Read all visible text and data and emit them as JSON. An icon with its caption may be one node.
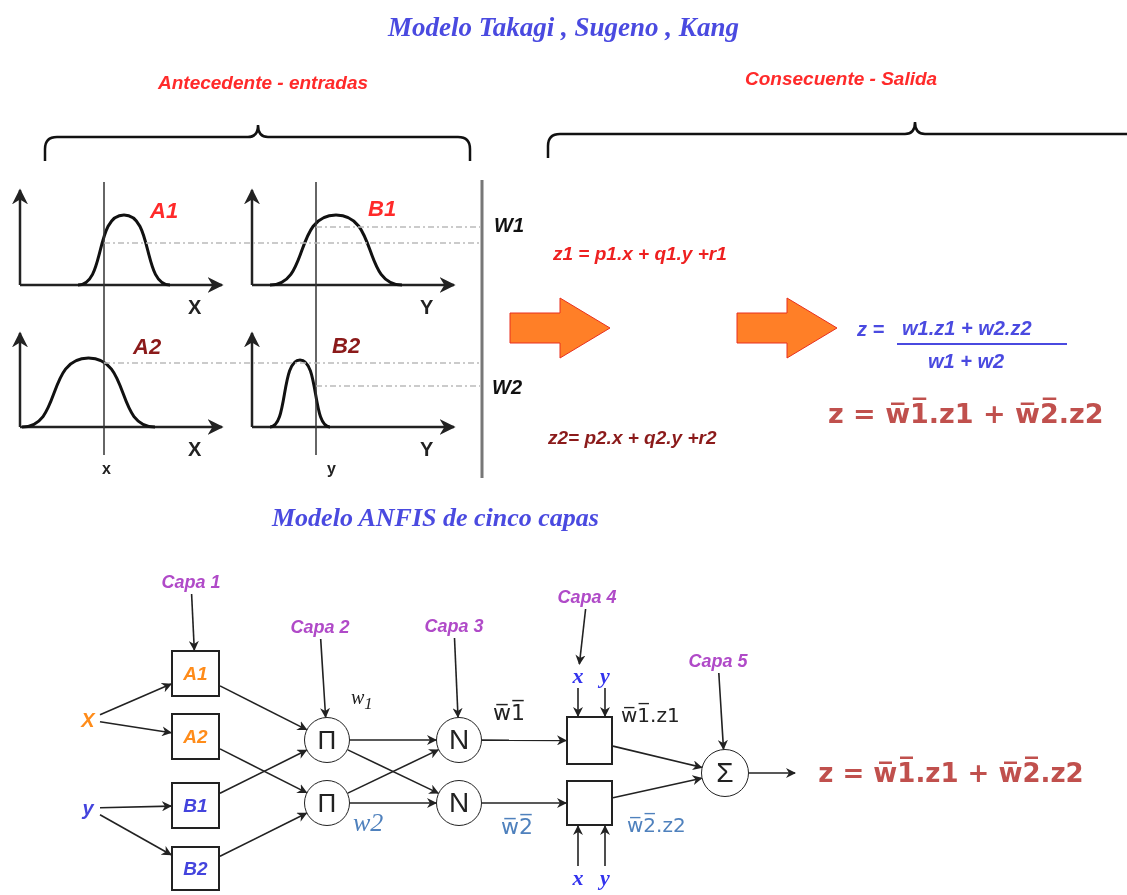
{
  "diagram": {
    "title": "Modelo Takagi , Sugeno , Kang",
    "nodes": [
      {
        "text": [
          "X"
        ]
      },
      {
        "text": [
          "y"
        ]
      },
      {
        "text": [
          "Capa 1"
        ]
      },
      {
        "text": [
          "A1"
        ]
      },
      {
        "text": [
          "A2"
        ]
      },
      {
        "text": [
          "B1"
        ]
      },
      {
        "text": [
          "B2"
        ]
      },
      {
        "text": [
          "Capa 2"
        ]
      },
      {
        "text": [
          "Π"
        ]
      },
      {
        "text": [
          "Π"
        ]
      },
      {
        "text": [
          "Capa 3"
        ]
      },
      {
        "text": [
          "N"
        ]
      },
      {
        "text": [
          "N"
        ]
      },
      {
        "text": [
          "Capa 4"
        ]
      },
      {
        "text": [
          "x"
        ]
      },
      {
        "text": [
          "y"
        ]
      },
      {
        "text": [],
        "shape": "box"
      },
      {
        "text": [],
        "shape": "box"
      },
      {
        "text": [
          "x"
        ]
      },
      {
        "text": [
          "y"
        ]
      },
      {
        "text": [
          "Capa 5"
        ]
      },
      {
        "text": [
          "Σ"
        ]
      },
      {
        "text": [
          "z = w̅1̅.z1 + w̅2̅.z2"
        ]
      }
    ],
    "edges": [
      {
        "from": 0,
        "to": 3,
        "arrow": "to"
      },
      {
        "from": 0,
        "to": 4,
        "arrow": "to"
      },
      {
        "from": 1,
        "to": 5,
        "arrow": "to"
      },
      {
        "from": 1,
        "to": 6,
        "arrow": "to"
      },
      {
        "from": 2,
        "to": 3,
        "arrow": "to"
      },
      {
        "from": 3,
        "to": 8,
        "arrow": "to"
      },
      {
        "from": 5,
        "to": 8,
        "arrow": "to"
      },
      {
        "from": 4,
        "to": 9,
        "arrow": "to"
      },
      {
        "from": 6,
        "to": 9,
        "arrow": "to"
      },
      {
        "from": 7,
        "to": 8,
        "arrow": "to"
      },
      {
        "from": 8,
        "to": 11,
        "arrow": "to",
        "label": "w$_{1}$"
      },
      {
        "from": 8,
        "to": 12,
        "arrow": "to"
      },
      {
        "from": 9,
        "to": 11,
        "arrow": "to"
      },
      {
        "from": 9,
        "to": 12,
        "arrow": "to",
        "label": "w2"
      },
      {
        "from": 10,
        "to": 11,
        "arrow": "to"
      },
      {
        "from": 11,
        "to": 16,
        "arrow": "to",
        "label": "w̅1̅"
      },
      {
        "from": 12,
        "to": 17,
        "arrow": "to",
        "label": "w̅2̅"
      },
      {
        "from": 13,
        "to": 14,
        "arrow": "to"
      },
      {
        "from": 14,
        "to": 16,
        "arrow": "to"
      },
      {
        "from": 15,
        "to": 16,
        "arrow": "to"
      },
      {
        "from": 18,
        "to": 17,
        "arrow": "to"
      },
      {
        "from": 19,
        "to": 17,
        "arrow": "to"
      },
      {
        "from": 16,
        "to": 21,
        "arrow": "to",
        "label": "w̅1̅.z1"
      },
      {
        "from": 17,
        "to": 21,
        "arrow": "to",
        "label": "w̅2̅.z2"
      },
      {
        "from": 20,
        "to": 21,
        "arrow": "to"
      },
      {
        "from": 21,
        "to": 22,
        "arrow": "to"
      }
    ],
    "labels": [
      "Antecedente - entradas",
      "Consecuente - Salida",
      "A1",
      "B1",
      "W1",
      "z1 = p1.x + q1.y +r1",
      "X",
      "Y",
      "A2",
      "B2",
      "z =",
      "w1.z1 + w2.z2",
      "w1 + w2",
      "W2",
      "z = w̅1̅.z1 + w̅2̅.z2",
      "z2= p2.x + q2.y +r2",
      "X",
      "Y",
      "x",
      "y",
      "Modelo ANFIS de cinco capas"
    ]
  }
}
